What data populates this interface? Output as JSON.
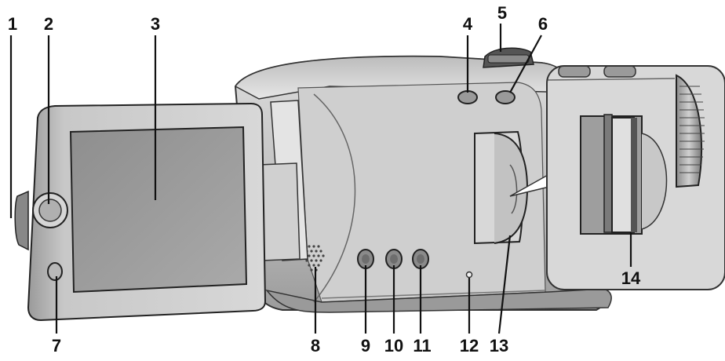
{
  "figure": {
    "labels": [
      "1",
      "2",
      "3",
      "4",
      "5",
      "6",
      "7",
      "8",
      "9",
      "10",
      "11",
      "12",
      "13",
      "14"
    ]
  }
}
